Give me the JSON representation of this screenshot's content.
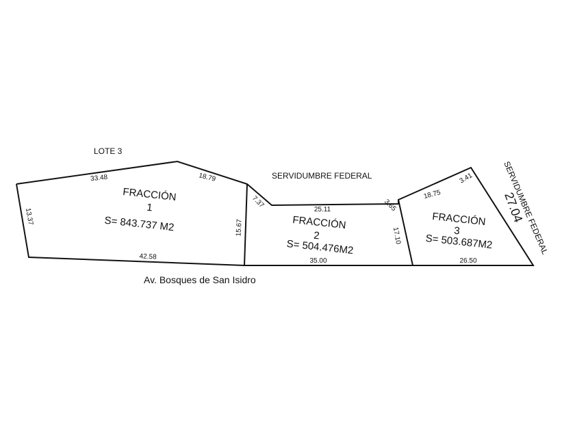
{
  "neighbors": {
    "lote": "LOTE 3",
    "servidumbre_top": "SERVIDUMBRE FEDERAL",
    "servidumbre_right": "SERVIDUMBRE FEDERAL",
    "street": "Av. Bosques de San Isidro"
  },
  "fracciones": [
    {
      "name": "FRACCIÓN",
      "number": "1",
      "area": "S= 843.737 M2"
    },
    {
      "name": "FRACCIÓN",
      "number": "2",
      "area": "S= 504.476M2"
    },
    {
      "name": "FRACCIÓN",
      "number": "3",
      "area": "S= 503.687M2"
    }
  ],
  "dimensions": {
    "d33_48": "33.48",
    "d18_79": "18.79",
    "d13_37": "13.37",
    "d42_58": "42.58",
    "d15_67": "15.67",
    "d7_37": "7.37",
    "d25_11": "25.11",
    "d3_65": "3.65",
    "d17_10": "17.10",
    "d35_00": "35.00",
    "d18_75": "18.75",
    "d3_41": "3.41",
    "d26_50": "26.50",
    "d27_04": "27.04"
  }
}
